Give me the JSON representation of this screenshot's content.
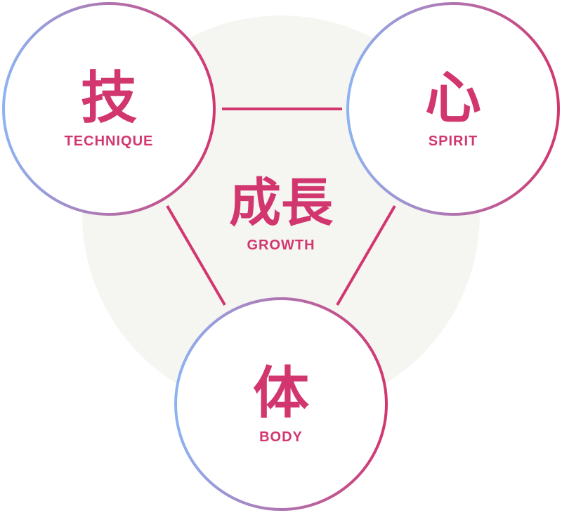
{
  "colors": {
    "accent": "#d2366f",
    "ring_start": "#8db3f2",
    "ring_end": "#d2366f",
    "background_circle": "#f5f5f1"
  },
  "center": {
    "kanji": "成長",
    "label": "GROWTH"
  },
  "nodes": [
    {
      "kanji": "技",
      "label": "TECHNIQUE"
    },
    {
      "kanji": "心",
      "label": "SPIRIT"
    },
    {
      "kanji": "体",
      "label": "BODY"
    }
  ]
}
